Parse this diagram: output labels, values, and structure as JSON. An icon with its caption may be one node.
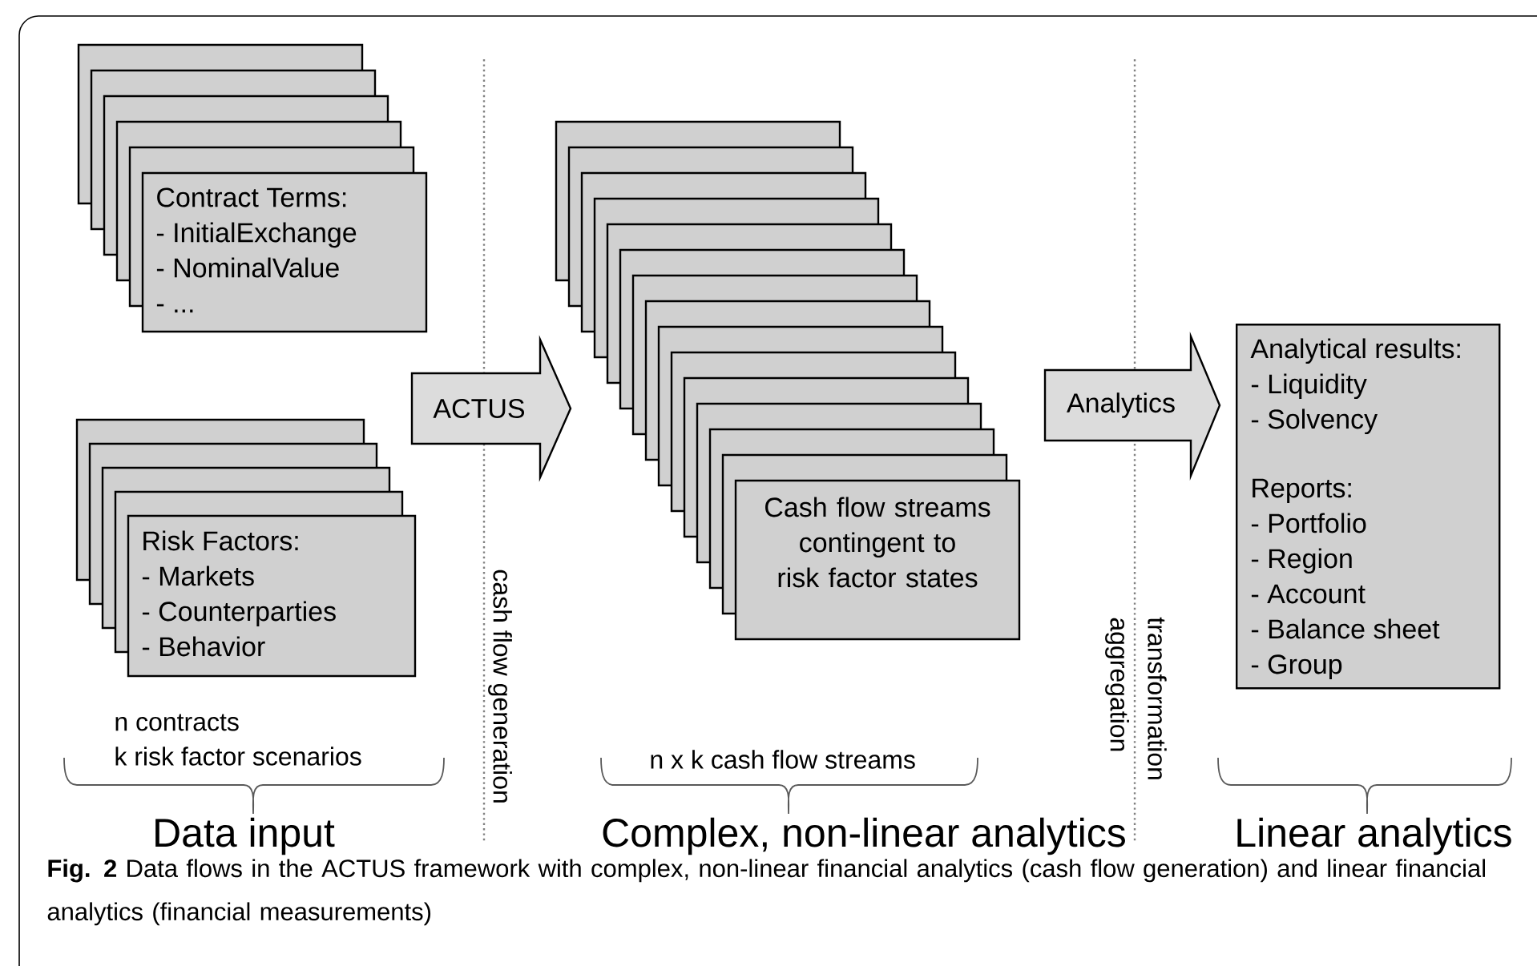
{
  "diagram": {
    "caption": "**Fig. 2**  Data flows in the ACTUS framework with complex, non-linear financial analytics (cash flow generation) and linear financial analytics (financial measurements)",
    "nodes": [
      {
        "text": [
          "Contract Terms:",
          "- InitialExchange",
          "- NominalValue",
          "- ..."
        ]
      },
      {
        "text": [
          "Risk Factors:",
          "- Markets",
          "- Counterparties",
          "- Behavior"
        ]
      },
      {
        "text": [
          "Cash flow streams contingent to risk factor states"
        ]
      },
      {
        "text": [
          "Analytical results:",
          "- Liquidity",
          "- Solvency",
          "Reports:",
          "- Portfolio",
          "- Region",
          "- Account",
          "- Balance sheet",
          "- Group"
        ]
      }
    ],
    "edges": [
      {
        "from": null,
        "to": 2,
        "arrow": "to",
        "label": "ACTUS",
        "style": "thick"
      },
      {
        "from": 2,
        "to": 3,
        "arrow": "to",
        "label": "Analytics",
        "style": "thick"
      }
    ],
    "labels": [
      "n contracts",
      "k risk factor scenarios",
      "cash flow generation",
      "n x k cash flow streams",
      "transformation",
      "aggregation",
      "Data input",
      "Complex, non-linear analytics",
      "Linear analytics"
    ]
  }
}
